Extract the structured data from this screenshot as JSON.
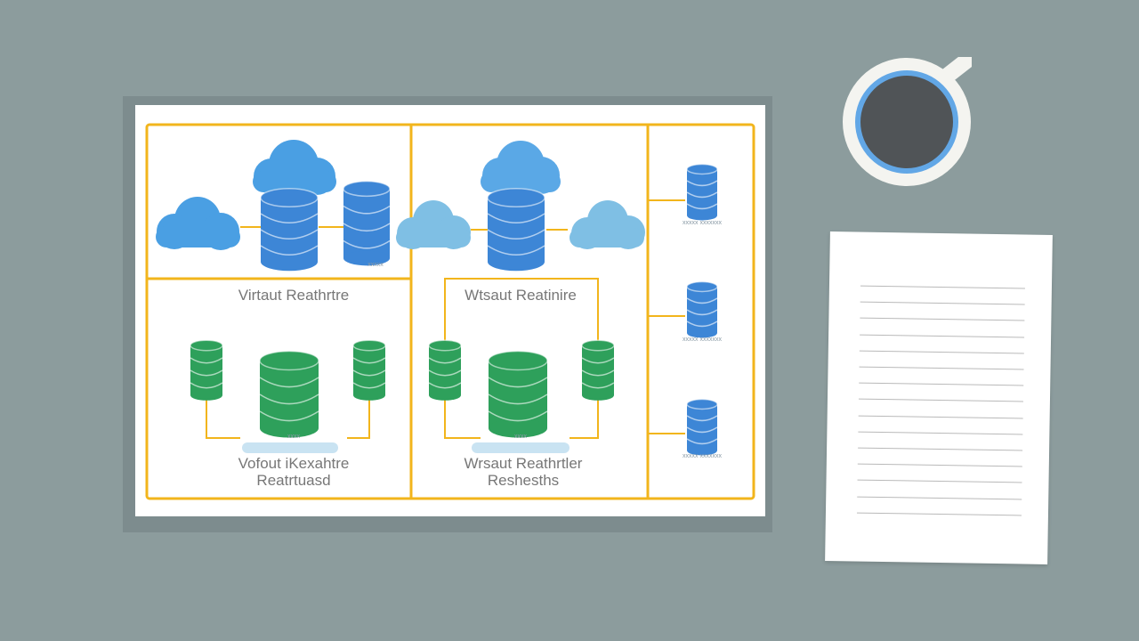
{
  "colors": {
    "background": "#8c9c9d",
    "frame": "#f2b51c",
    "cloud_blue": "#4a9fe3",
    "cloud_light": "#7fbfe4",
    "db_blue": "#3d86d6",
    "db_green": "#2ea05b",
    "mug_rim": "#62a7e6",
    "coffee": "#505457"
  },
  "panels": {
    "top_left_caption": "Virtaut Reathrtre",
    "top_mid_caption": "Wtsaut Reatinire",
    "bottom_left_caption_line1": "Vofout iKexahtre",
    "bottom_left_caption_line2": "Reatrtuasd",
    "bottom_mid_caption_line1": "Wrsaut Reathrtler",
    "bottom_mid_caption_line2": "Reshesths",
    "small_tags": {
      "top_left_db": "xxxxx",
      "bottom_left_db": "xxxx",
      "bottom_mid_db": "xxxx",
      "right_db_1": "xxxxx xxxxxxx",
      "right_db_2": "xxxxx xxxxxxx",
      "right_db_3": "xxxxx xxxxxxx"
    }
  },
  "icons": {
    "cloud": "cloud-icon",
    "database": "database-icon",
    "coffee": "coffee-mug-icon",
    "paper": "paper-sheet-icon"
  }
}
